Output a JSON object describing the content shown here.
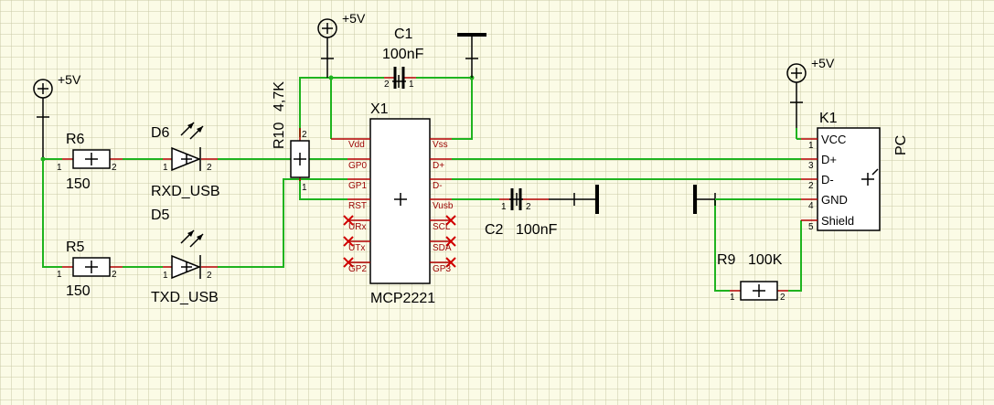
{
  "colors": {
    "background": "#fbfbe6",
    "grid": "#c9c9a6",
    "wire": "#1fb31f",
    "pin": "#b10000",
    "outline": "#000000"
  },
  "power": {
    "left": "+5V",
    "mid": "+5V",
    "right": "+5V"
  },
  "R6": {
    "ref": "R6",
    "value": "150",
    "pin1": "1",
    "pin2": "2"
  },
  "R5": {
    "ref": "R5",
    "value": "150",
    "pin1": "1",
    "pin2": "2"
  },
  "D6": {
    "ref": "D6",
    "value": "RXD_USB",
    "pin1": "1",
    "pin2": "2"
  },
  "D5": {
    "ref": "D5",
    "value": "TXD_USB",
    "pin1": "1",
    "pin2": "2"
  },
  "R10": {
    "ref": "R10",
    "value": "4,7K",
    "pin1": "1",
    "pin2": "2"
  },
  "C1": {
    "ref": "C1",
    "value": "100nF",
    "pin1": "1",
    "pin2": "2"
  },
  "C2": {
    "ref": "C2",
    "value": "100nF",
    "pin1": "1",
    "pin2": "2"
  },
  "R9": {
    "ref": "R9",
    "value": "100K",
    "pin1": "1",
    "pin2": "2"
  },
  "X1": {
    "ref": "X1",
    "value": "MCP2221",
    "left_pins": [
      "Vdd",
      "GP0",
      "GP1",
      "RST",
      "URx",
      "UTx",
      "GP2"
    ],
    "right_pins": [
      "Vss",
      "D+",
      "D-",
      "Vusb",
      "SCL",
      "SDA",
      "GP3"
    ]
  },
  "K1": {
    "ref": "K1",
    "value": "PC",
    "pins": [
      {
        "num": "1",
        "name": "VCC"
      },
      {
        "num": "3",
        "name": "D+"
      },
      {
        "num": "2",
        "name": "D-"
      },
      {
        "num": "4",
        "name": "GND"
      },
      {
        "num": "5",
        "name": "Shield"
      }
    ]
  }
}
